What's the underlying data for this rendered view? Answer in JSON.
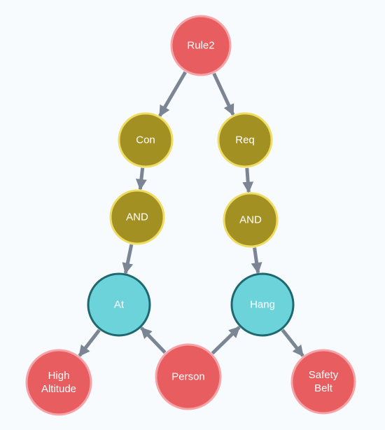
{
  "nodes": {
    "rule2": {
      "label": "Rule2"
    },
    "con": {
      "label": "Con"
    },
    "req": {
      "label": "Req"
    },
    "and_left": {
      "label": "AND"
    },
    "and_right": {
      "label": "AND"
    },
    "at": {
      "label": "At"
    },
    "hang": {
      "label": "Hang"
    },
    "high_altitude": {
      "label": [
        "High",
        "Altitude"
      ]
    },
    "person": {
      "label": "Person"
    },
    "safety_belt": {
      "label": [
        "Safety",
        "Belt"
      ]
    }
  },
  "edges": [
    {
      "from": "rule2",
      "to": "con"
    },
    {
      "from": "rule2",
      "to": "req"
    },
    {
      "from": "con",
      "to": "and_left"
    },
    {
      "from": "req",
      "to": "and_right"
    },
    {
      "from": "and_left",
      "to": "at"
    },
    {
      "from": "and_right",
      "to": "hang"
    },
    {
      "from": "at",
      "to": "high_altitude"
    },
    {
      "from": "person",
      "to": "at"
    },
    {
      "from": "person",
      "to": "hang"
    },
    {
      "from": "hang",
      "to": "safety_belt"
    }
  ],
  "colors": {
    "red_fill": "#e85d5f",
    "red_stroke": "#f5a3a6",
    "olive_fill": "#a39022",
    "olive_stroke": "#eedc63",
    "cyan_fill": "#6dd3db",
    "cyan_stroke": "#1f6870",
    "edge": "#7c8593",
    "background": "#f7fbfd"
  }
}
